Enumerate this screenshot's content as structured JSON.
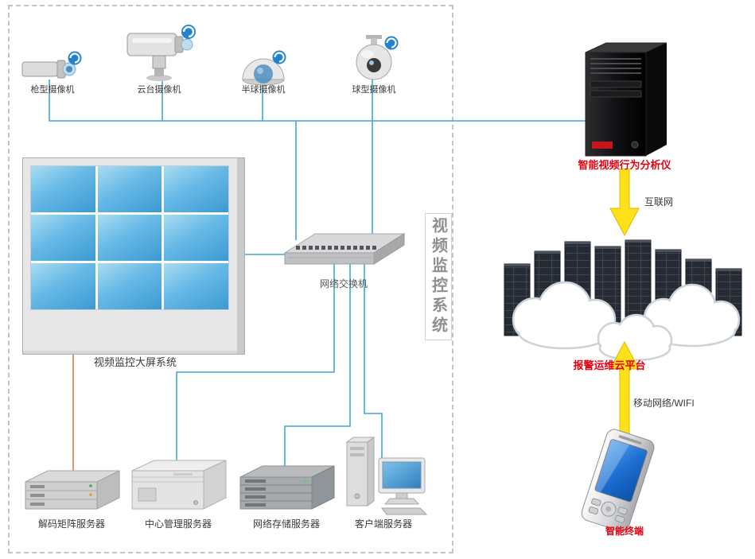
{
  "diagram": {
    "boundary_title": "视频监控系统",
    "cameras": [
      {
        "label": "枪型摄像机"
      },
      {
        "label": "云台摄像机"
      },
      {
        "label": "半球摄像机"
      },
      {
        "label": "球型摄像机"
      }
    ],
    "video_wall": {
      "label": "视频监控大屏系统"
    },
    "network_switch": {
      "label": "网络交换机"
    },
    "servers": [
      {
        "label": "解码矩阵服务器"
      },
      {
        "label": "中心管理服务器"
      },
      {
        "label": "网络存储服务器"
      },
      {
        "label": "客户端服务器"
      }
    ],
    "cloud_side": {
      "analyzer_label": "智能视频行为分析仪",
      "internet_label": "互联网",
      "cloud_platform_label": "报警运维云平台",
      "mobile_network_label": "移动网络/WIFI",
      "terminal_label": "智能终端"
    },
    "colors": {
      "connection_line": "#3fa9d6",
      "decoder_line": "#e07b39",
      "highlight_red": "#e60012",
      "arrow_yellow": "#ffe11a"
    }
  }
}
